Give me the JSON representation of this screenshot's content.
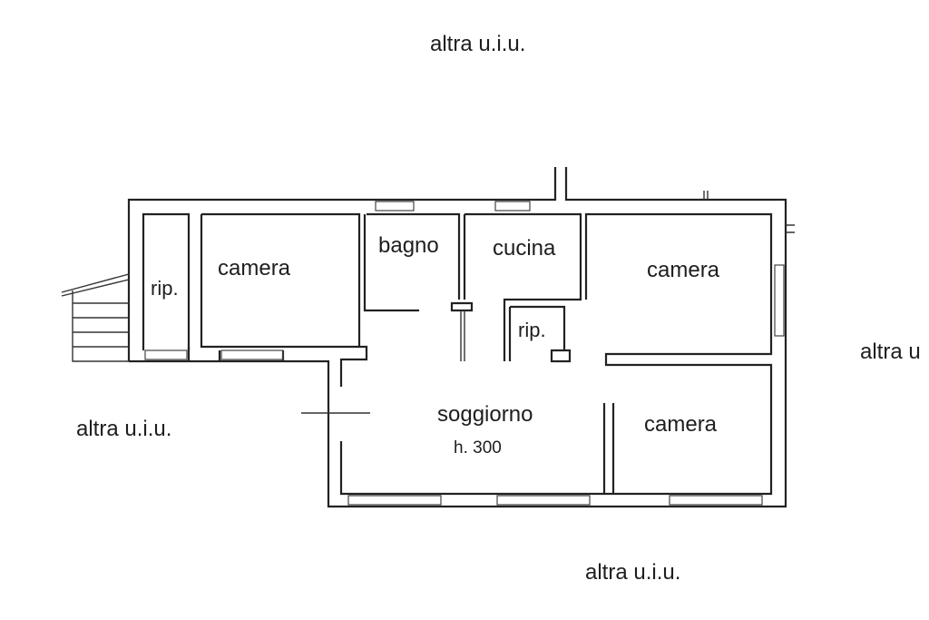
{
  "labels": {
    "neighbor_top": "altra u.i.u.",
    "neighbor_left": "altra u.i.u.",
    "neighbor_right": "altra u",
    "neighbor_bottom": "altra u.i.u.",
    "room_rip_left": "rip.",
    "room_camera_left": "camera",
    "room_bagno": "bagno",
    "room_cucina": "cucina",
    "room_rip_center": "rip.",
    "room_camera_right_top": "camera",
    "room_soggiorno": "soggiorno",
    "room_height": "h. 300",
    "room_camera_right_bottom": "camera"
  },
  "colors": {
    "line": "#222222",
    "text": "#1e1e1e",
    "background": "#ffffff"
  }
}
